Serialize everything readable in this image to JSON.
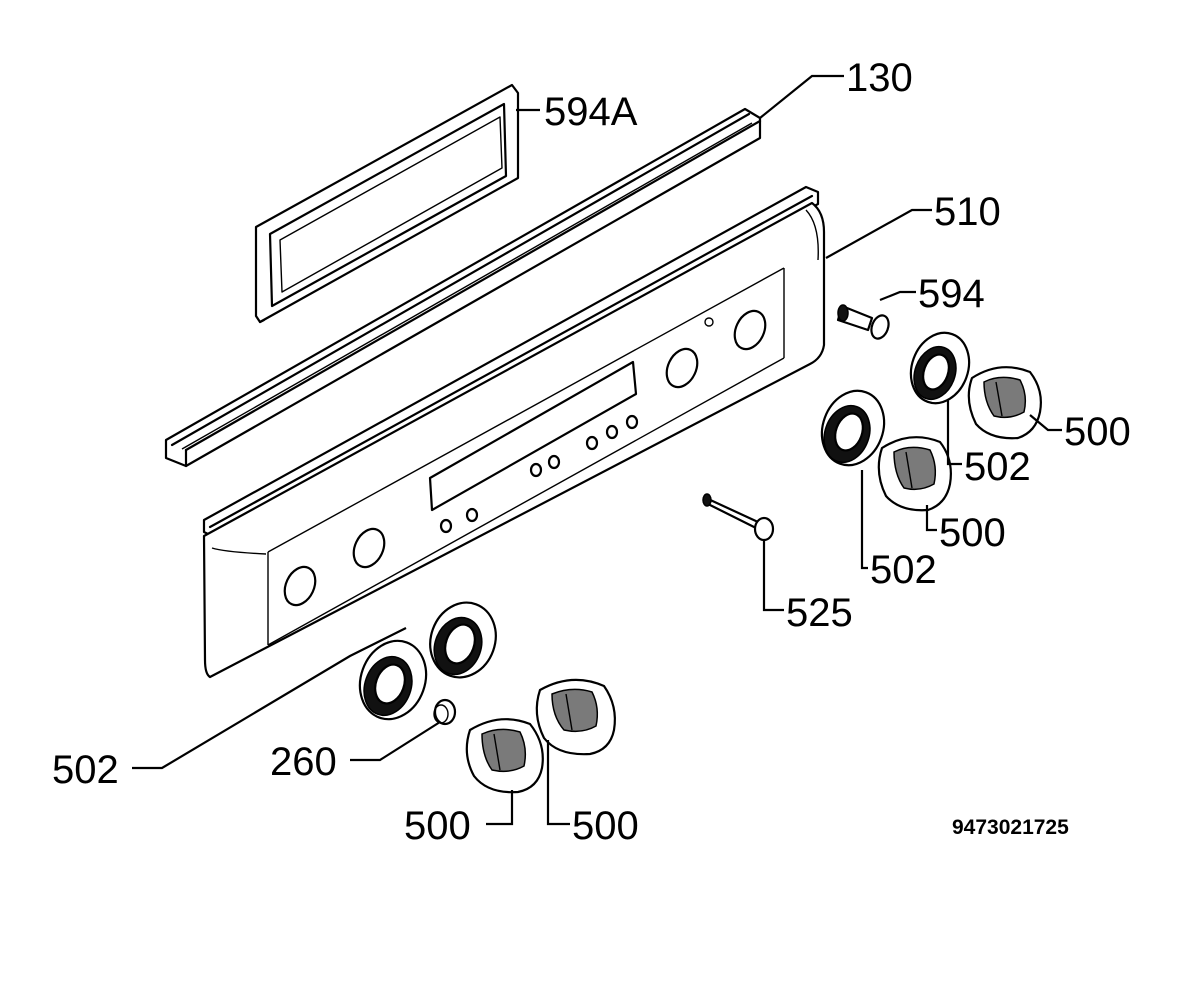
{
  "diagram": {
    "document_id": "9473021725",
    "callouts": {
      "strip_130": "130",
      "window_594A": "594A",
      "panel_510": "510",
      "lamp_594": "594",
      "knob_right_top": "500",
      "ring_right_top": "502",
      "knob_right_mid": "500",
      "ring_right_mid": "502",
      "spindle_525": "525",
      "ring_left": "502",
      "spring_260": "260",
      "knob_left_a": "500",
      "knob_left_b": "500"
    }
  }
}
